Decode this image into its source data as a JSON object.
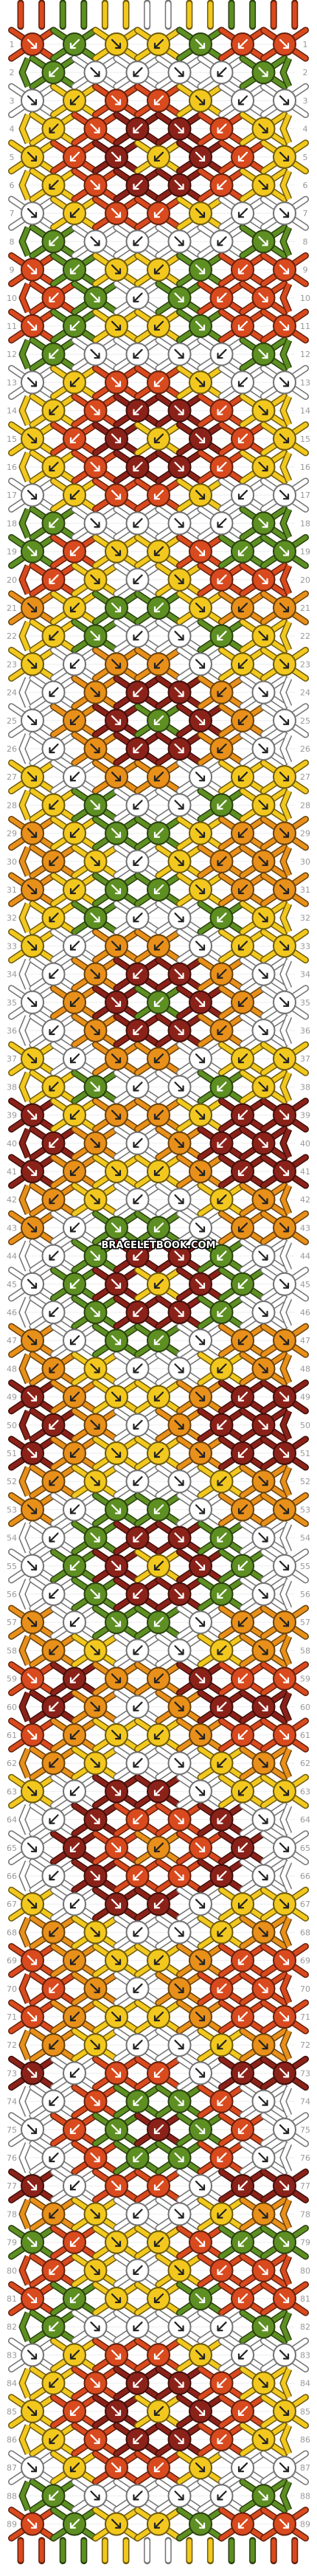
{
  "watermark": "BRACELETBOOK.COM",
  "row_numbers": [
    "1",
    "2",
    "3",
    "4",
    "5",
    "6",
    "7",
    "8",
    "9",
    "10",
    "11",
    "12",
    "13",
    "14",
    "15",
    "16",
    "17",
    "18",
    "19",
    "20",
    "21",
    "22",
    "23",
    "24",
    "25",
    "26",
    "27",
    "28",
    "29",
    "30",
    "31",
    "32",
    "33",
    "34",
    "35",
    "36",
    "37",
    "38",
    "39",
    "40",
    "41",
    "42",
    "43",
    "44",
    "45",
    "46",
    "47",
    "48",
    "49",
    "50",
    "51",
    "52",
    "53",
    "54",
    "55",
    "56",
    "57",
    "58",
    "59",
    "60",
    "61",
    "62",
    "63",
    "64",
    "65",
    "66",
    "67",
    "68",
    "69",
    "70",
    "71",
    "72",
    "73",
    "74",
    "75",
    "76",
    "77",
    "78",
    "79",
    "80",
    "81",
    "82",
    "83",
    "84",
    "85",
    "86",
    "87",
    "88",
    "89"
  ],
  "palette": {
    "O": "#d94a1e",
    "G": "#5e8f22",
    "Y": "#f2c81e",
    "W": "#ffffff",
    "A": "#e8901a",
    "R": "#8b2219"
  },
  "top_strings": [
    "O",
    "O",
    "G",
    "G",
    "Y",
    "Y",
    "W",
    "W",
    "Y",
    "Y",
    "G",
    "G",
    "O",
    "O"
  ],
  "knot_rows": [
    [
      "O",
      "G",
      "Y",
      "Y",
      "G",
      "O",
      "O"
    ],
    [
      "G",
      "W",
      "W",
      "W",
      "W",
      "G"
    ],
    [
      "W",
      "Y",
      "O",
      "O",
      "Y",
      "W",
      "W"
    ],
    [
      "Y",
      "O",
      "R",
      "R",
      "O",
      "Y"
    ],
    [
      "Y",
      "O",
      "R",
      "Y",
      "R",
      "O",
      "Y"
    ],
    [
      "Y",
      "O",
      "R",
      "R",
      "O",
      "Y"
    ],
    [
      "W",
      "Y",
      "O",
      "O",
      "Y",
      "W",
      "W"
    ],
    [
      "G",
      "W",
      "W",
      "W",
      "W",
      "G"
    ],
    [
      "O",
      "G",
      "Y",
      "Y",
      "G",
      "O",
      "O"
    ],
    [
      "O",
      "G",
      "W",
      "G",
      "O",
      "O"
    ],
    [
      "O",
      "G",
      "Y",
      "Y",
      "G",
      "O",
      "O"
    ],
    [
      "G",
      "W",
      "W",
      "W",
      "W",
      "G"
    ],
    [
      "W",
      "Y",
      "O",
      "O",
      "Y",
      "W",
      "W"
    ],
    [
      "Y",
      "O",
      "R",
      "R",
      "O",
      "Y"
    ],
    [
      "Y",
      "O",
      "R",
      "Y",
      "R",
      "O",
      "Y"
    ],
    [
      "Y",
      "O",
      "R",
      "R",
      "O",
      "Y"
    ],
    [
      "W",
      "Y",
      "O",
      "O",
      "Y",
      "W",
      "W"
    ],
    [
      "G",
      "W",
      "W",
      "W",
      "W",
      "G"
    ],
    [
      "G",
      "O",
      "Y",
      "Y",
      "O",
      "G",
      "G"
    ],
    [
      "O",
      "Y",
      "W",
      "Y",
      "O",
      "O"
    ],
    [
      "A",
      "Y",
      "G",
      "G",
      "Y",
      "A",
      "A"
    ],
    [
      "Y",
      "G",
      "W",
      "W",
      "G",
      "Y"
    ],
    [
      "Y",
      "W",
      "A",
      "A",
      "W",
      "Y",
      "Y"
    ],
    [
      "W",
      "A",
      "R",
      "R",
      "A",
      "W"
    ],
    [
      "W",
      "A",
      "R",
      "G",
      "R",
      "A",
      "W"
    ],
    [
      "W",
      "A",
      "R",
      "R",
      "A",
      "W"
    ],
    [
      "Y",
      "W",
      "A",
      "A",
      "W",
      "Y",
      "Y"
    ],
    [
      "Y",
      "G",
      "W",
      "W",
      "G",
      "Y"
    ],
    [
      "A",
      "Y",
      "G",
      "G",
      "Y",
      "A",
      "A"
    ],
    [
      "A",
      "Y",
      "W",
      "Y",
      "A",
      "A"
    ],
    [
      "A",
      "Y",
      "G",
      "G",
      "Y",
      "A",
      "A"
    ],
    [
      "Y",
      "G",
      "W",
      "W",
      "G",
      "Y"
    ],
    [
      "Y",
      "W",
      "A",
      "A",
      "W",
      "Y",
      "Y"
    ],
    [
      "W",
      "A",
      "R",
      "R",
      "A",
      "W"
    ],
    [
      "W",
      "A",
      "R",
      "G",
      "R",
      "A",
      "W"
    ],
    [
      "W",
      "A",
      "R",
      "R",
      "A",
      "W"
    ],
    [
      "Y",
      "W",
      "A",
      "A",
      "W",
      "Y",
      "Y"
    ],
    [
      "Y",
      "G",
      "W",
      "W",
      "G",
      "Y"
    ],
    [
      "R",
      "Y",
      "A",
      "A",
      "Y",
      "R",
      "R"
    ],
    [
      "R",
      "A",
      "W",
      "A",
      "R",
      "R"
    ],
    [
      "R",
      "A",
      "Y",
      "Y",
      "A",
      "R",
      "R"
    ],
    [
      "A",
      "Y",
      "W",
      "W",
      "Y",
      "A"
    ],
    [
      "A",
      "W",
      "G",
      "G",
      "W",
      "A",
      "A"
    ],
    [
      "W",
      "G",
      "R",
      "R",
      "G",
      "W"
    ],
    [
      "W",
      "G",
      "R",
      "Y",
      "R",
      "G",
      "W"
    ],
    [
      "W",
      "G",
      "R",
      "R",
      "G",
      "W"
    ],
    [
      "A",
      "W",
      "G",
      "G",
      "W",
      "A",
      "A"
    ],
    [
      "A",
      "Y",
      "W",
      "W",
      "Y",
      "A"
    ],
    [
      "R",
      "A",
      "Y",
      "Y",
      "A",
      "R",
      "R"
    ],
    [
      "R",
      "A",
      "W",
      "A",
      "R",
      "R"
    ],
    [
      "R",
      "A",
      "Y",
      "Y",
      "A",
      "R",
      "R"
    ],
    [
      "A",
      "Y",
      "W",
      "W",
      "Y",
      "A"
    ],
    [
      "A",
      "W",
      "G",
      "G",
      "W",
      "A",
      "A"
    ],
    [
      "W",
      "G",
      "R",
      "R",
      "G",
      "W"
    ],
    [
      "W",
      "G",
      "R",
      "Y",
      "R",
      "G",
      "W"
    ],
    [
      "W",
      "G",
      "R",
      "R",
      "G",
      "W"
    ],
    [
      "A",
      "W",
      "G",
      "G",
      "W",
      "A",
      "A"
    ],
    [
      "A",
      "Y",
      "W",
      "W",
      "Y",
      "A"
    ],
    [
      "O",
      "R",
      "A",
      "A",
      "R",
      "O",
      "O"
    ],
    [
      "R",
      "A",
      "W",
      "A",
      "R",
      "R"
    ],
    [
      "O",
      "A",
      "Y",
      "Y",
      "A",
      "O",
      "O"
    ],
    [
      "A",
      "Y",
      "W",
      "W",
      "Y",
      "A"
    ],
    [
      "Y",
      "W",
      "R",
      "R",
      "W",
      "Y",
      "Y"
    ],
    [
      "W",
      "R",
      "O",
      "O",
      "R",
      "W"
    ],
    [
      "W",
      "R",
      "O",
      "A",
      "O",
      "R",
      "W"
    ],
    [
      "W",
      "R",
      "O",
      "O",
      "R",
      "W"
    ],
    [
      "Y",
      "W",
      "R",
      "R",
      "W",
      "Y",
      "Y"
    ],
    [
      "A",
      "Y",
      "W",
      "W",
      "Y",
      "A"
    ],
    [
      "O",
      "A",
      "Y",
      "Y",
      "A",
      "O",
      "O"
    ],
    [
      "O",
      "A",
      "W",
      "A",
      "O",
      "O"
    ],
    [
      "O",
      "A",
      "Y",
      "Y",
      "A",
      "O",
      "O"
    ],
    [
      "A",
      "Y",
      "W",
      "W",
      "Y",
      "A"
    ],
    [
      "R",
      "W",
      "O",
      "O",
      "W",
      "R",
      "R"
    ],
    [
      "W",
      "O",
      "G",
      "G",
      "O",
      "W"
    ],
    [
      "W",
      "O",
      "G",
      "R",
      "G",
      "O",
      "W"
    ],
    [
      "W",
      "O",
      "G",
      "G",
      "O",
      "W"
    ],
    [
      "R",
      "W",
      "O",
      "O",
      "W",
      "R",
      "R"
    ],
    [
      "A",
      "Y",
      "W",
      "W",
      "Y",
      "A"
    ],
    [
      "G",
      "O",
      "Y",
      "Y",
      "O",
      "G",
      "G"
    ],
    [
      "O",
      "Y",
      "W",
      "Y",
      "O",
      "O"
    ],
    [
      "O",
      "G",
      "Y",
      "Y",
      "G",
      "O",
      "O"
    ],
    [
      "G",
      "W",
      "W",
      "W",
      "W",
      "G"
    ],
    [
      "W",
      "Y",
      "O",
      "O",
      "Y",
      "W",
      "W"
    ],
    [
      "Y",
      "O",
      "R",
      "R",
      "O",
      "Y"
    ],
    [
      "Y",
      "O",
      "R",
      "Y",
      "R",
      "O",
      "Y"
    ],
    [
      "Y",
      "O",
      "R",
      "R",
      "O",
      "Y"
    ],
    [
      "W",
      "Y",
      "O",
      "O",
      "Y",
      "W",
      "W"
    ],
    [
      "G",
      "W",
      "W",
      "W",
      "W",
      "G"
    ],
    [
      "O",
      "G",
      "Y",
      "Y",
      "G",
      "O",
      "O"
    ]
  ]
}
